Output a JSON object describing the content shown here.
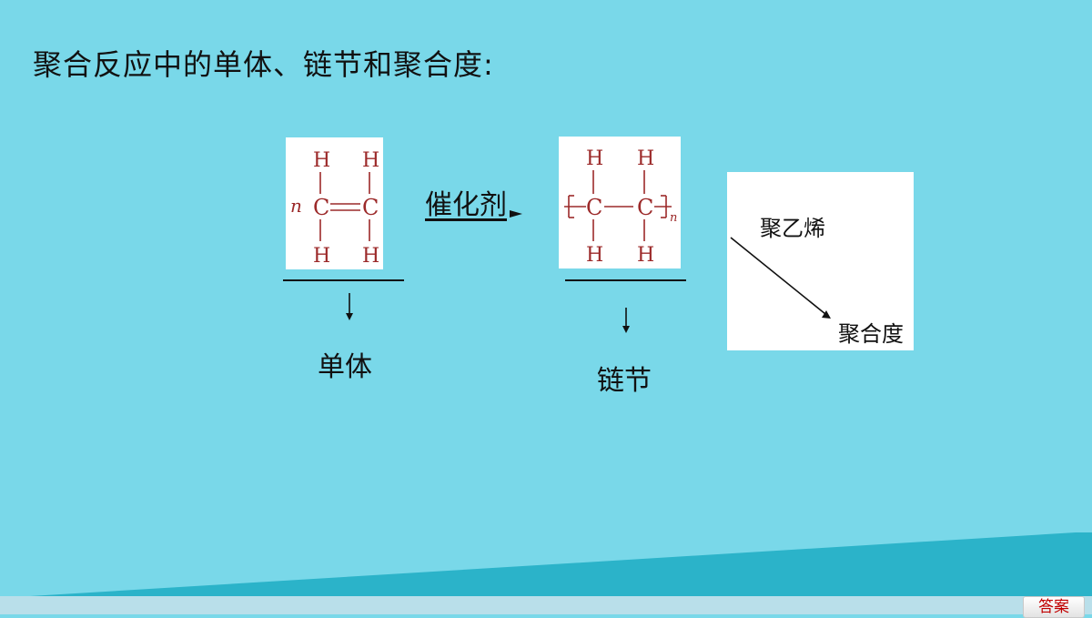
{
  "title": "聚合反应中的单体、链节和聚合度:",
  "monomer": {
    "coefficient": "n",
    "atoms": {
      "h": "H",
      "c": "C"
    },
    "label": "单体"
  },
  "catalyst": "催化剂",
  "polymer": {
    "atoms": {
      "h": "H",
      "c": "C"
    },
    "subscript": "n",
    "label": "链节"
  },
  "note": {
    "top": "聚乙烯",
    "bottom": "聚合度"
  },
  "answer_button": "答案",
  "colors": {
    "background": "#79d8e9",
    "band": "#2bb3c9",
    "footer": "#b9dfea",
    "chem": "#9c2a2a",
    "answer_text": "#c00000"
  }
}
